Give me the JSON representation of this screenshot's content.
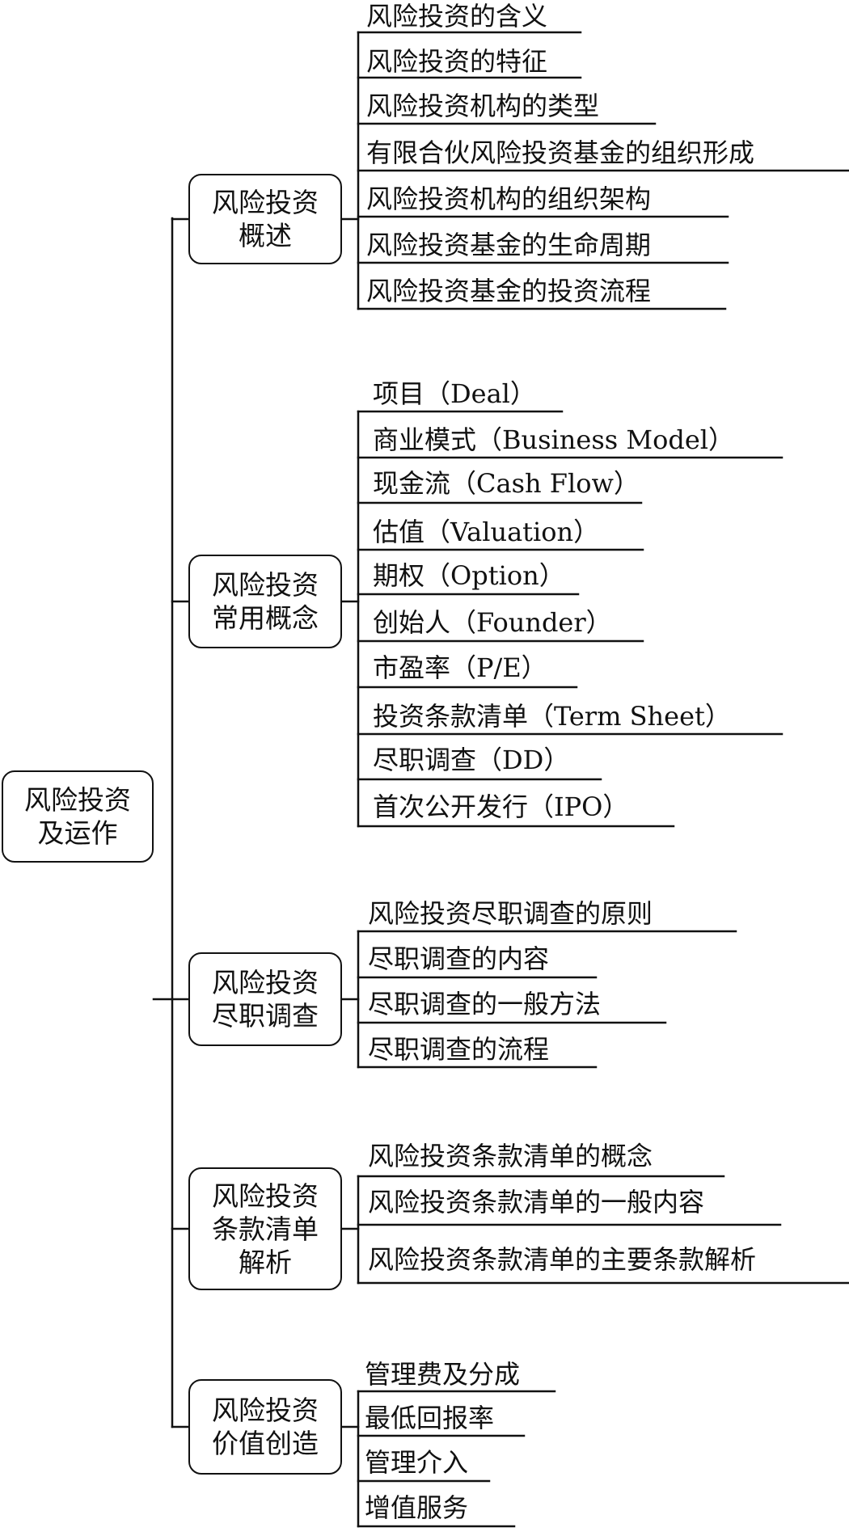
{
  "root": {
    "lines": [
      "风险投资",
      "及运作"
    ]
  },
  "branches": [
    {
      "lines": [
        "风险投资",
        "概述"
      ],
      "items": [
        "风险投资的含义",
        "风险投资的特征",
        "风险投资机构的类型",
        "有限合伙风险投资基金的组织形成",
        "风险投资机构的组织架构",
        "风险投资基金的生命周期",
        "风险投资基金的投资流程"
      ]
    },
    {
      "lines": [
        "风险投资",
        "常用概念"
      ],
      "items": [
        "项目（Deal）",
        "商业模式（Business Model）",
        "现金流（Cash Flow）",
        "估值（Valuation）",
        "期权（Option）",
        "创始人（Founder）",
        "市盈率（P/E）",
        "投资条款清单（Term Sheet）",
        "尽职调查（DD）",
        "首次公开发行（IPO）"
      ]
    },
    {
      "lines": [
        "风险投资",
        "尽职调查"
      ],
      "items": [
        "风险投资尽职调查的原则",
        "尽职调查的内容",
        "尽职调查的一般方法",
        "尽职调查的流程"
      ]
    },
    {
      "lines": [
        "风险投资",
        "条款清单",
        "解析"
      ],
      "items": [
        "风险投资条款清单的概念",
        "风险投资条款清单的一般内容",
        "风险投资条款清单的主要条款解析"
      ]
    },
    {
      "lines": [
        "风险投资",
        "价值创造"
      ],
      "items": [
        "管理费及分成",
        "最低回报率",
        "管理介入",
        "增值服务"
      ]
    }
  ]
}
